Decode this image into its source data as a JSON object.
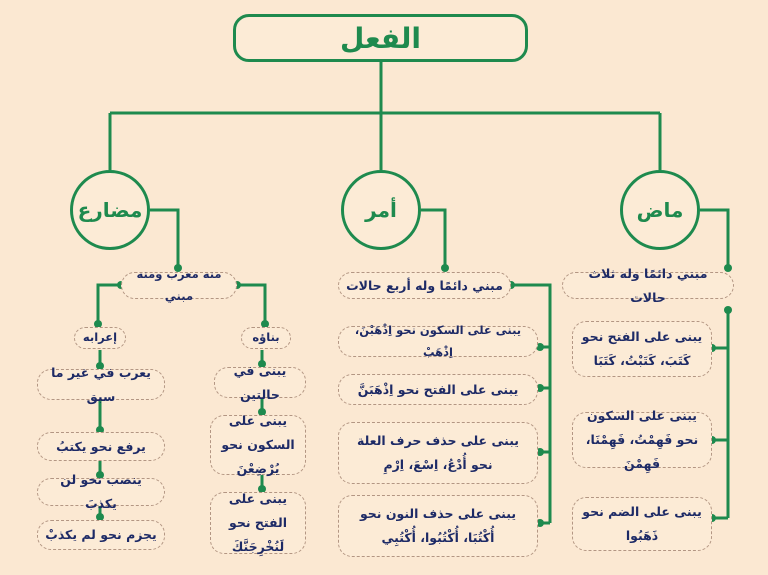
{
  "title": "الفعل",
  "colors": {
    "accent": "#1e8a4e",
    "text": "#1d2a66",
    "background": "#fbe8d2"
  },
  "branches": {
    "madi": {
      "label": "ماض",
      "summary": "مبني دائمًا وله ثلاث حالات",
      "cases": [
        "يبنى على الفتح نحو كَتَبَ، كَتَبْتُ، كَتَبَا",
        "يبنى على السكون نحو فَهِمْتُ، فَهِمْنَا، فَهِمْنَ",
        "يبنى على الضم نحو ذَهَبُوا"
      ]
    },
    "amr": {
      "label": "أمر",
      "summary": "مبني دائمًا وله أربع حالات",
      "cases": [
        "يبنى على السكون نحو اِذْهَبْنَ، اِذْهَبْ",
        "يبنى على الفتح نحو اِذْهَبَنَّ",
        "يبنى على حذف حرف العلة نحو أُدْعُ، اِسْعَ، اِرْمِ",
        "يبنى على حذف النون نحو أُكْتُبَا، أُكْتُبُوا، أُكْتُبِي"
      ]
    },
    "mudari": {
      "label": "مضارع",
      "summary": "منه معرب ومنه مبني",
      "irab": {
        "label": "إعرابه",
        "items": [
          "يعرب في غير ما سبق",
          "يرفع نحو يكتبُ",
          "ينصب نحو لن يكذبَ",
          "يجزم نحو لم يكذبْ"
        ]
      },
      "binaa": {
        "label": "بناؤه",
        "items": [
          "يبنى في حالتين",
          "يبنى على السكون نحو يُرْضِعْنَ",
          "يبنى على الفتح نحو لَنُخْرِجَنَّكَ"
        ]
      }
    }
  }
}
